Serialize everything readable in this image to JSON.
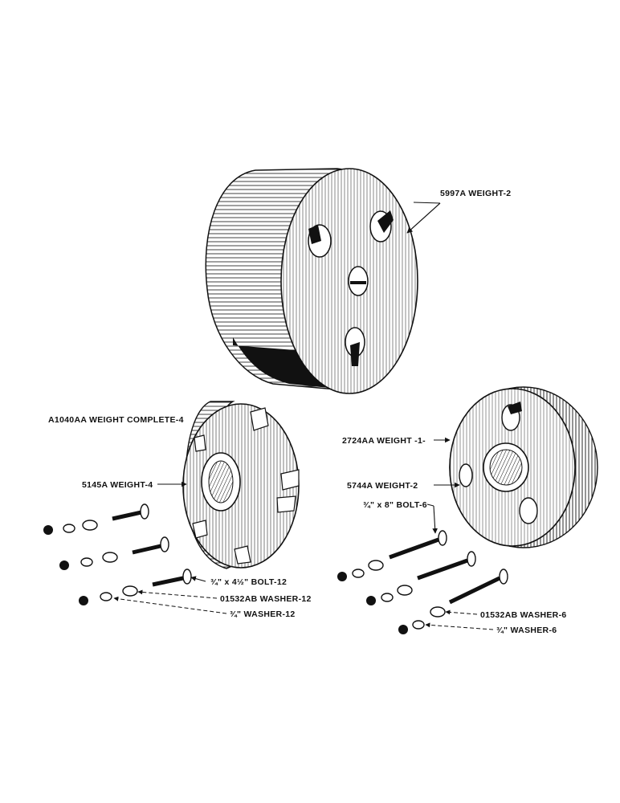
{
  "colors": {
    "ink": "#111111",
    "paper": "#ffffff"
  },
  "labels": {
    "weight_5997a": "5997A WEIGHT-2",
    "weight_complete": "A1040AA WEIGHT COMPLETE-4",
    "weight_5145a": "5145A WEIGHT-4",
    "bolt_left": "¾\" x 4½\" BOLT-12",
    "washer_01532ab_left": "01532AB WASHER-12",
    "washer_left": "¾\" WASHER-12",
    "weight_2724aa": "2724AA   WEIGHT -1-",
    "weight_5744a": "5744A WEIGHT-2",
    "bolt_right": "¾\" x 8\" BOLT-6",
    "washer_01532ab_right": "01532AB WASHER-6",
    "washer_right": "¾\" WASHER-6"
  }
}
